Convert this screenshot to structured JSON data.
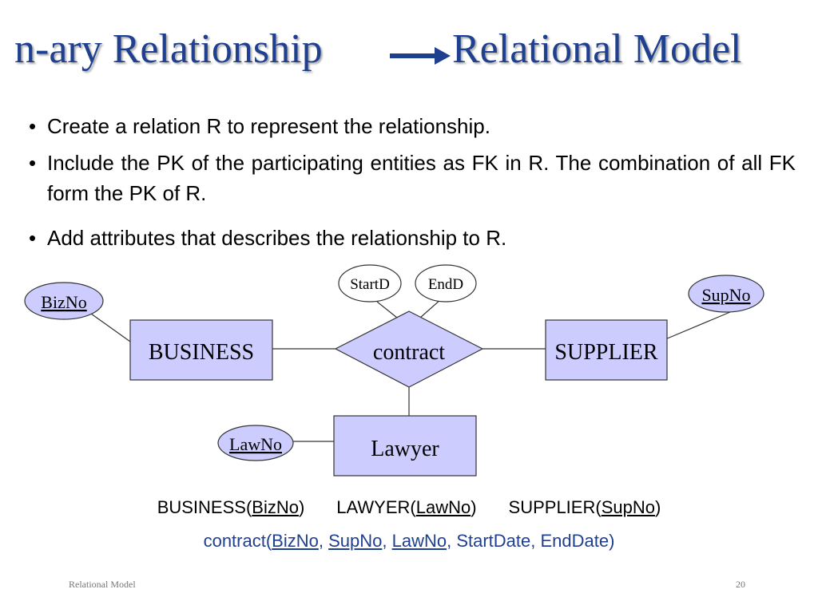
{
  "slide": {
    "title_left": "n-ary Relationship",
    "title_right": "Relational Model",
    "bullet_char": "•",
    "bullets": [
      "Create a relation R to represent the relationship.",
      "Include the PK of the participating entities as FK in R. The combination of all FK  form the PK of R.",
      "Add attributes that describes the relationship to R."
    ]
  },
  "diagram": {
    "entities": {
      "business": "BUSINESS",
      "supplier": "SUPPLIER",
      "lawyer": "Lawyer"
    },
    "relationship": "contract",
    "attributes": {
      "bizno": "BizNo",
      "supno": "SupNo",
      "lawno": "LawNo",
      "startd": "StartD",
      "endd": "EndD"
    },
    "colors": {
      "shape_fill": "#ccccff",
      "line": "#333333",
      "title": "#1f3f8f"
    }
  },
  "schema": {
    "business_name": "BUSINESS(",
    "business_pk": "BizNo",
    "lawyer_name": "LAWYER(",
    "lawyer_pk": "LawNo",
    "supplier_name": "SUPPLIER(",
    "supplier_pk": "SupNo",
    "close": ")",
    "contract_name": "contract(",
    "contract_fk1": "BizNo",
    "contract_fk2": "SupNo",
    "contract_fk3": "LawNo",
    "sep": ", ",
    "contract_rest": ", StartDate, EndDate)"
  },
  "footer": {
    "left": "Relational Model",
    "page_number": "20"
  }
}
